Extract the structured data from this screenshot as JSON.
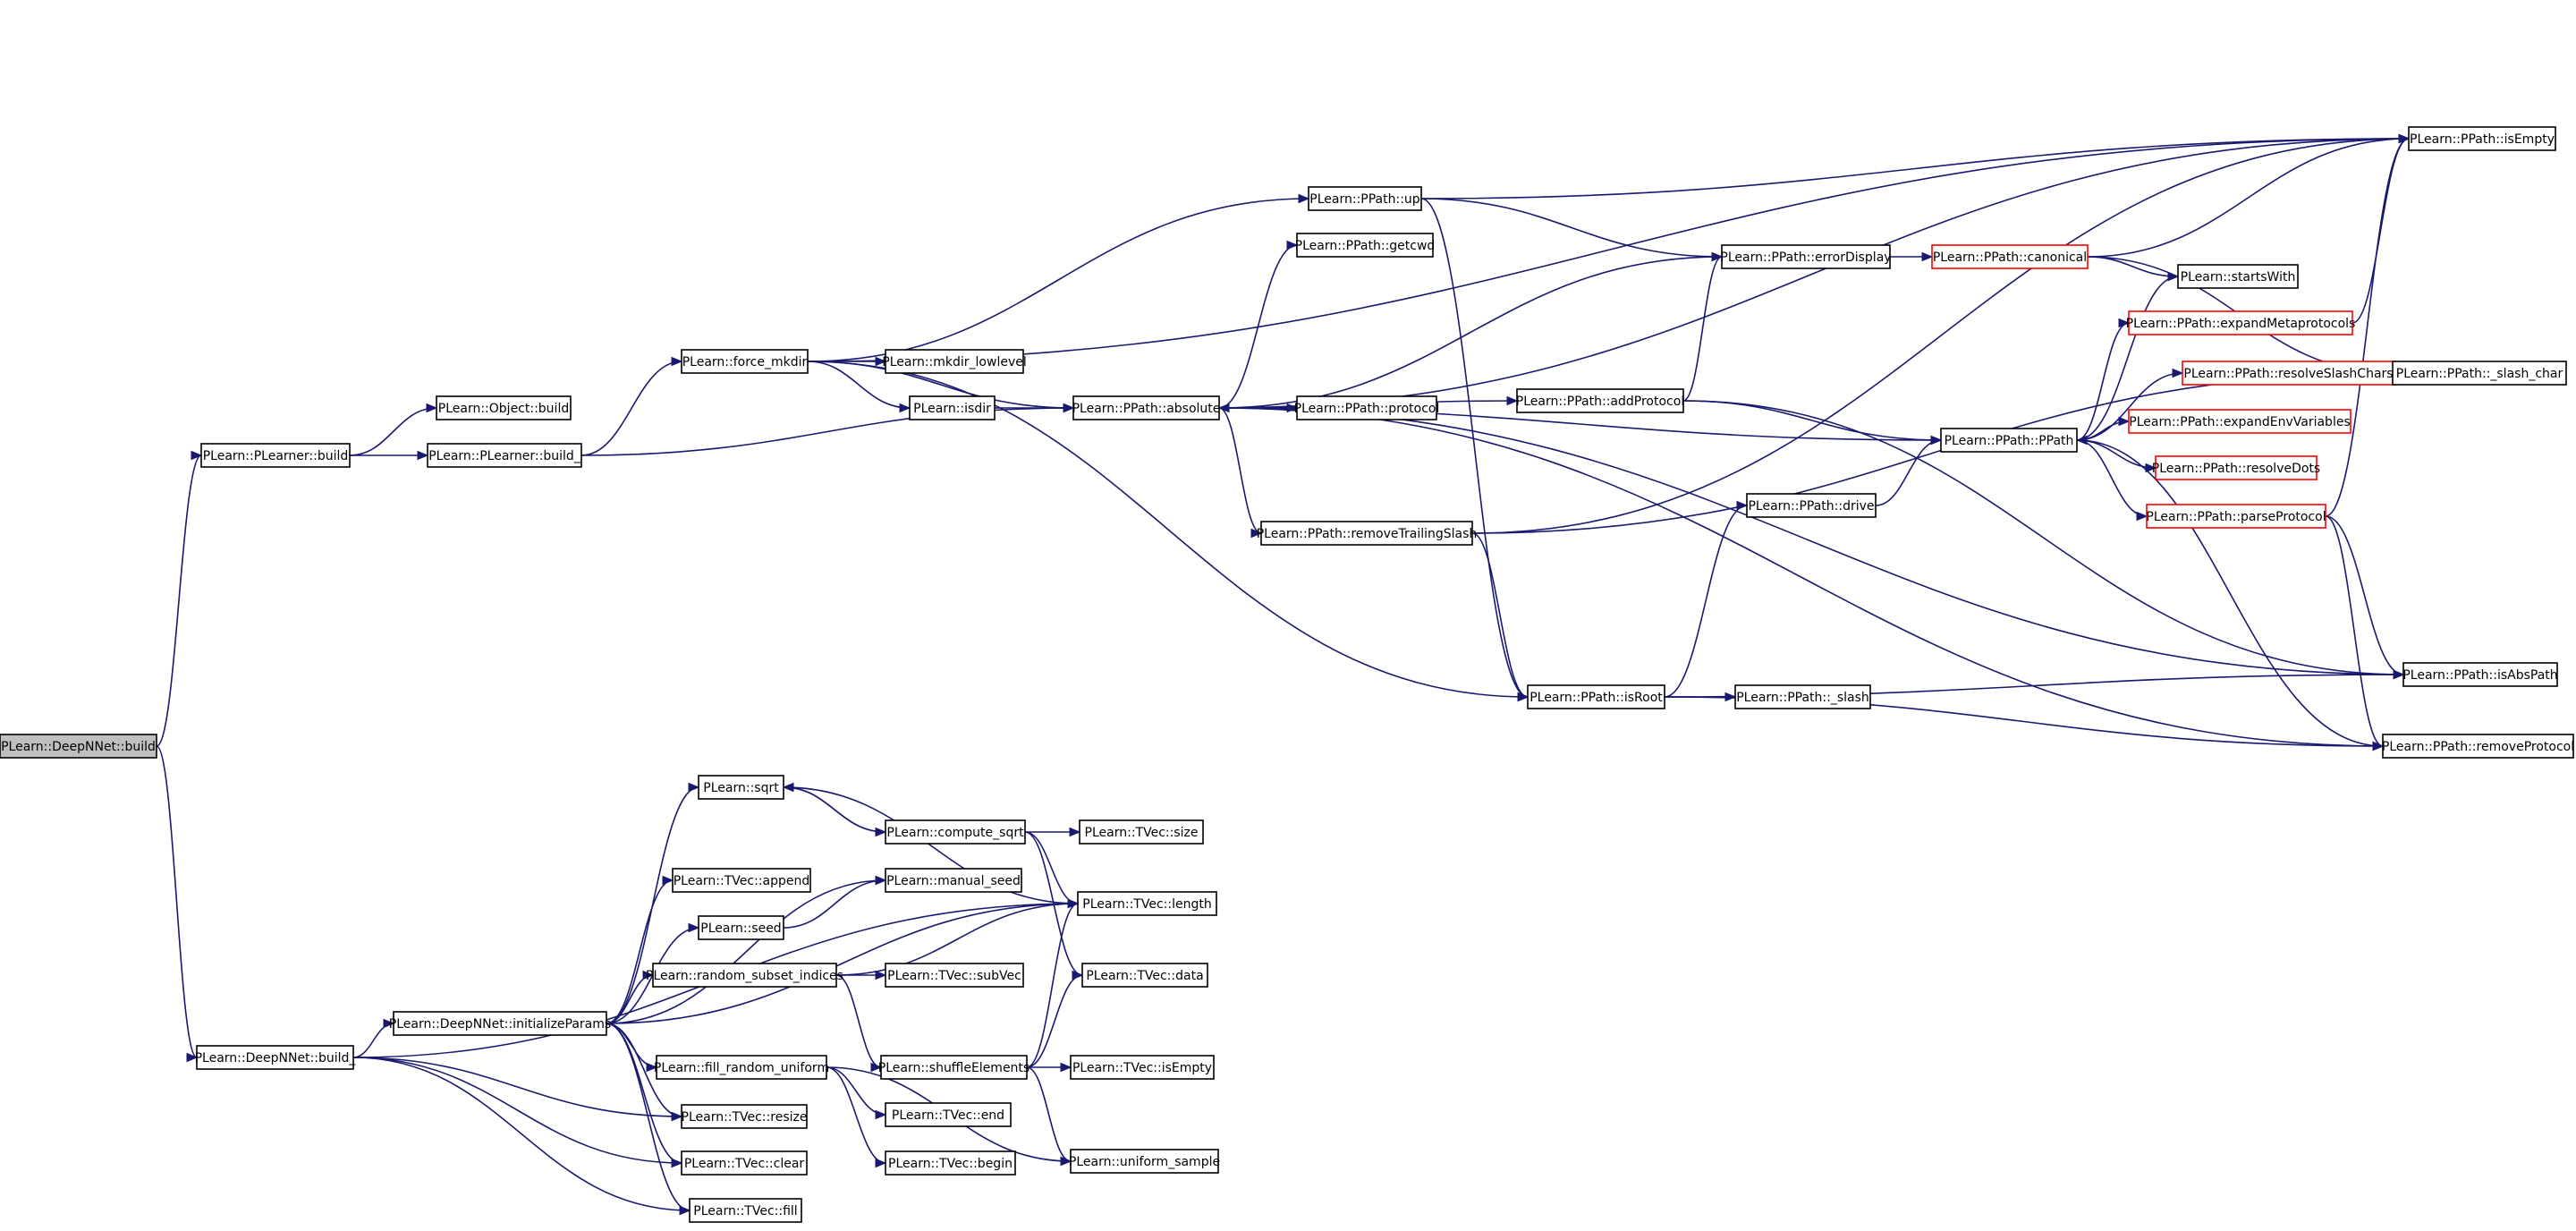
{
  "colors": {
    "edge": "#191970",
    "node_border": "#000000",
    "truncated_border": "#ff0000",
    "root_fill": "#bfbfbf",
    "background": "#ffffff"
  },
  "nodes": [
    {
      "id": "deepnnet_build",
      "label": "PLearn::DeepNNet::build",
      "style": "root"
    },
    {
      "id": "plearner_build",
      "label": "PLearn::PLearner::build"
    },
    {
      "id": "object_build",
      "label": "PLearn::Object::build"
    },
    {
      "id": "plearner_build_",
      "label": "PLearn::PLearner::build_"
    },
    {
      "id": "force_mkdir",
      "label": "PLearn::force_mkdir"
    },
    {
      "id": "mkdir_lowlevel",
      "label": "PLearn::mkdir_lowlevel"
    },
    {
      "id": "isdir",
      "label": "PLearn::isdir"
    },
    {
      "id": "absolute",
      "label": "PLearn::PPath::absolute"
    },
    {
      "id": "up",
      "label": "PLearn::PPath::up"
    },
    {
      "id": "getcwd",
      "label": "PLearn::PPath::getcwd"
    },
    {
      "id": "protocol",
      "label": "PLearn::PPath::protocol"
    },
    {
      "id": "removeTrailingSlash",
      "label": "PLearn::PPath::removeTrailingSlash"
    },
    {
      "id": "errorDisplay",
      "label": "PLearn::PPath::errorDisplay"
    },
    {
      "id": "addProtocol",
      "label": "PLearn::PPath::addProtocol"
    },
    {
      "id": "canonical",
      "label": "PLearn::PPath::canonical",
      "style": "truncated"
    },
    {
      "id": "startsWith",
      "label": "PLearn::startsWith"
    },
    {
      "id": "expandMetaprotocols",
      "label": "PLearn::PPath::expandMetaprotocols",
      "style": "truncated"
    },
    {
      "id": "resolveSlashChars",
      "label": "PLearn::PPath::resolveSlashChars",
      "style": "truncated"
    },
    {
      "id": "expandEnvVariables",
      "label": "PLearn::PPath::expandEnvVariables",
      "style": "truncated"
    },
    {
      "id": "resolveDots",
      "label": "PLearn::PPath::resolveDots",
      "style": "truncated"
    },
    {
      "id": "parseProtocol",
      "label": "PLearn::PPath::parseProtocol",
      "style": "truncated"
    },
    {
      "id": "ppath",
      "label": "PLearn::PPath::PPath"
    },
    {
      "id": "drive",
      "label": "PLearn::PPath::drive"
    },
    {
      "id": "isRoot",
      "label": "PLearn::PPath::isRoot"
    },
    {
      "id": "_slash",
      "label": "PLearn::PPath::_slash"
    },
    {
      "id": "isEmpty",
      "label": "PLearn::PPath::isEmpty"
    },
    {
      "id": "_slash_char",
      "label": "PLearn::PPath::_slash_char"
    },
    {
      "id": "isAbsPath",
      "label": "PLearn::PPath::isAbsPath"
    },
    {
      "id": "removeProtocol",
      "label": "PLearn::PPath::removeProtocol"
    },
    {
      "id": "deepnnet_build_",
      "label": "PLearn::DeepNNet::build_"
    },
    {
      "id": "initializeParams",
      "label": "PLearn::DeepNNet::initializeParams"
    },
    {
      "id": "sqrt",
      "label": "PLearn::sqrt"
    },
    {
      "id": "compute_sqrt",
      "label": "PLearn::compute_sqrt"
    },
    {
      "id": "tvec_size",
      "label": "PLearn::TVec::size"
    },
    {
      "id": "tvec_append",
      "label": "PLearn::TVec::append"
    },
    {
      "id": "manual_seed",
      "label": "PLearn::manual_seed"
    },
    {
      "id": "seed",
      "label": "PLearn::seed"
    },
    {
      "id": "tvec_length",
      "label": "PLearn::TVec::length"
    },
    {
      "id": "random_subset_indices",
      "label": "PLearn::random_subset_indices"
    },
    {
      "id": "tvec_subVec",
      "label": "PLearn::TVec::subVec"
    },
    {
      "id": "tvec_data",
      "label": "PLearn::TVec::data"
    },
    {
      "id": "shuffleElements",
      "label": "PLearn::shuffleElements"
    },
    {
      "id": "tvec_isEmpty",
      "label": "PLearn::TVec::isEmpty"
    },
    {
      "id": "fill_random_uniform",
      "label": "PLearn::fill_random_uniform"
    },
    {
      "id": "tvec_end",
      "label": "PLearn::TVec::end"
    },
    {
      "id": "tvec_resize",
      "label": "PLearn::TVec::resize"
    },
    {
      "id": "tvec_begin",
      "label": "PLearn::TVec::begin"
    },
    {
      "id": "uniform_sample",
      "label": "PLearn::uniform_sample"
    },
    {
      "id": "tvec_clear",
      "label": "PLearn::TVec::clear"
    },
    {
      "id": "tvec_fill",
      "label": "PLearn::TVec::fill"
    }
  ],
  "edges": [
    [
      "deepnnet_build",
      "plearner_build"
    ],
    [
      "deepnnet_build",
      "deepnnet_build_"
    ],
    [
      "plearner_build",
      "object_build"
    ],
    [
      "plearner_build",
      "plearner_build_"
    ],
    [
      "plearner_build_",
      "force_mkdir"
    ],
    [
      "plearner_build_",
      "absolute"
    ],
    [
      "force_mkdir",
      "isEmpty"
    ],
    [
      "force_mkdir",
      "up"
    ],
    [
      "force_mkdir",
      "mkdir_lowlevel"
    ],
    [
      "force_mkdir",
      "isdir"
    ],
    [
      "force_mkdir",
      "absolute"
    ],
    [
      "force_mkdir",
      "isRoot"
    ],
    [
      "isdir",
      "absolute"
    ],
    [
      "absolute",
      "isEmpty"
    ],
    [
      "absolute",
      "getcwd"
    ],
    [
      "absolute",
      "protocol"
    ],
    [
      "absolute",
      "addProtocol"
    ],
    [
      "absolute",
      "ppath"
    ],
    [
      "absolute",
      "removeTrailingSlash"
    ],
    [
      "absolute",
      "isAbsPath"
    ],
    [
      "absolute",
      "removeProtocol"
    ],
    [
      "up",
      "isEmpty"
    ],
    [
      "up",
      "errorDisplay"
    ],
    [
      "up",
      "isRoot"
    ],
    [
      "errorDisplay",
      "canonical"
    ],
    [
      "errorDisplay",
      "absolute"
    ],
    [
      "canonical",
      "isEmpty"
    ],
    [
      "canonical",
      "startsWith"
    ],
    [
      "canonical",
      "_slash_char"
    ],
    [
      "addProtocol",
      "errorDisplay"
    ],
    [
      "addProtocol",
      "ppath"
    ],
    [
      "addProtocol",
      "isAbsPath"
    ],
    [
      "ppath",
      "startsWith"
    ],
    [
      "ppath",
      "expandMetaprotocols"
    ],
    [
      "ppath",
      "resolveSlashChars"
    ],
    [
      "ppath",
      "expandEnvVariables"
    ],
    [
      "ppath",
      "resolveDots"
    ],
    [
      "ppath",
      "parseProtocol"
    ],
    [
      "expandMetaprotocols",
      "isEmpty"
    ],
    [
      "resolveSlashChars",
      "_slash_char"
    ],
    [
      "parseProtocol",
      "isEmpty"
    ],
    [
      "parseProtocol",
      "isAbsPath"
    ],
    [
      "parseProtocol",
      "removeProtocol"
    ],
    [
      "removeProtocol",
      "ppath"
    ],
    [
      "removeTrailingSlash",
      "isEmpty"
    ],
    [
      "removeTrailingSlash",
      "isRoot"
    ],
    [
      "removeTrailingSlash",
      "_slash_char"
    ],
    [
      "drive",
      "ppath"
    ],
    [
      "isRoot",
      "drive"
    ],
    [
      "isRoot",
      "_slash"
    ],
    [
      "isRoot",
      "isAbsPath"
    ],
    [
      "isRoot",
      "removeProtocol"
    ],
    [
      "deepnnet_build_",
      "tvec_length"
    ],
    [
      "deepnnet_build_",
      "initializeParams"
    ],
    [
      "deepnnet_build_",
      "tvec_resize"
    ],
    [
      "deepnnet_build_",
      "tvec_clear"
    ],
    [
      "deepnnet_build_",
      "tvec_fill"
    ],
    [
      "initializeParams",
      "sqrt"
    ],
    [
      "initializeParams",
      "manual_seed"
    ],
    [
      "initializeParams",
      "tvec_append"
    ],
    [
      "initializeParams",
      "seed"
    ],
    [
      "initializeParams",
      "random_subset_indices"
    ],
    [
      "initializeParams",
      "tvec_length"
    ],
    [
      "initializeParams",
      "fill_random_uniform"
    ],
    [
      "initializeParams",
      "tvec_resize"
    ],
    [
      "initializeParams",
      "tvec_clear"
    ],
    [
      "initializeParams",
      "tvec_fill"
    ],
    [
      "sqrt",
      "compute_sqrt"
    ],
    [
      "sqrt",
      "tvec_length"
    ],
    [
      "compute_sqrt",
      "sqrt"
    ],
    [
      "compute_sqrt",
      "tvec_size"
    ],
    [
      "compute_sqrt",
      "tvec_length"
    ],
    [
      "compute_sqrt",
      "tvec_data"
    ],
    [
      "seed",
      "manual_seed"
    ],
    [
      "random_subset_indices",
      "tvec_length"
    ],
    [
      "random_subset_indices",
      "tvec_subVec"
    ],
    [
      "random_subset_indices",
      "shuffleElements"
    ],
    [
      "shuffleElements",
      "tvec_length"
    ],
    [
      "shuffleElements",
      "tvec_data"
    ],
    [
      "shuffleElements",
      "tvec_isEmpty"
    ],
    [
      "shuffleElements",
      "uniform_sample"
    ],
    [
      "fill_random_uniform",
      "tvec_end"
    ],
    [
      "fill_random_uniform",
      "tvec_begin"
    ],
    [
      "fill_random_uniform",
      "uniform_sample"
    ]
  ]
}
